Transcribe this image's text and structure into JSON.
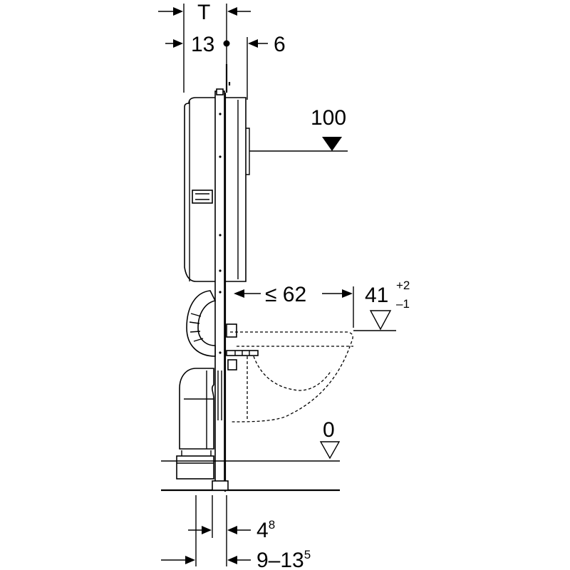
{
  "dimensions": {
    "top_width_label": "T",
    "left_offset": "13",
    "right_offset": "6",
    "level_flush": "100",
    "bowl_projection": "≤ 62",
    "bowl_height_base": "41",
    "bowl_height_tol_plus": "+2",
    "bowl_height_tol_minus": "–1",
    "floor_level": "0",
    "leg_base": "4",
    "leg_sup": "8",
    "leg_range_base": "9–13",
    "leg_range_sup": "5"
  },
  "colors": {
    "line": "#000000",
    "background": "#ffffff"
  }
}
